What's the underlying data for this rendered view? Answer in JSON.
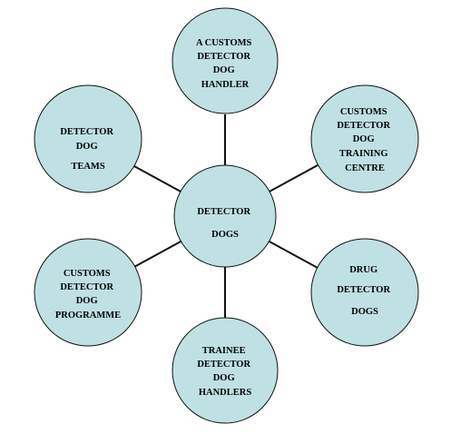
{
  "center": {
    "lines": [
      "DETECTOR",
      "DOGS"
    ]
  },
  "satellites": [
    {
      "id": "handler",
      "lines": [
        "A CUSTOMS",
        "DETECTOR",
        "DOG",
        "HANDLER"
      ]
    },
    {
      "id": "training-centre",
      "lines": [
        "CUSTOMS",
        "DETECTOR",
        "DOG",
        "TRAINING",
        "CENTRE"
      ]
    },
    {
      "id": "drug-dogs",
      "lines": [
        "DRUG",
        "DETECTOR",
        "DOGS"
      ]
    },
    {
      "id": "trainee-handlers",
      "lines": [
        "TRAINEE",
        "DETECTOR",
        "DOG",
        "HANDLERS"
      ]
    },
    {
      "id": "programme",
      "lines": [
        "CUSTOMS",
        "DETECTOR",
        "DOG",
        "PROGRAMME"
      ]
    },
    {
      "id": "teams",
      "lines": [
        "DETECTOR",
        "DOG",
        "TEAMS"
      ]
    }
  ],
  "colors": {
    "node_fill": "#bfe1e3",
    "outline": "#111111"
  }
}
